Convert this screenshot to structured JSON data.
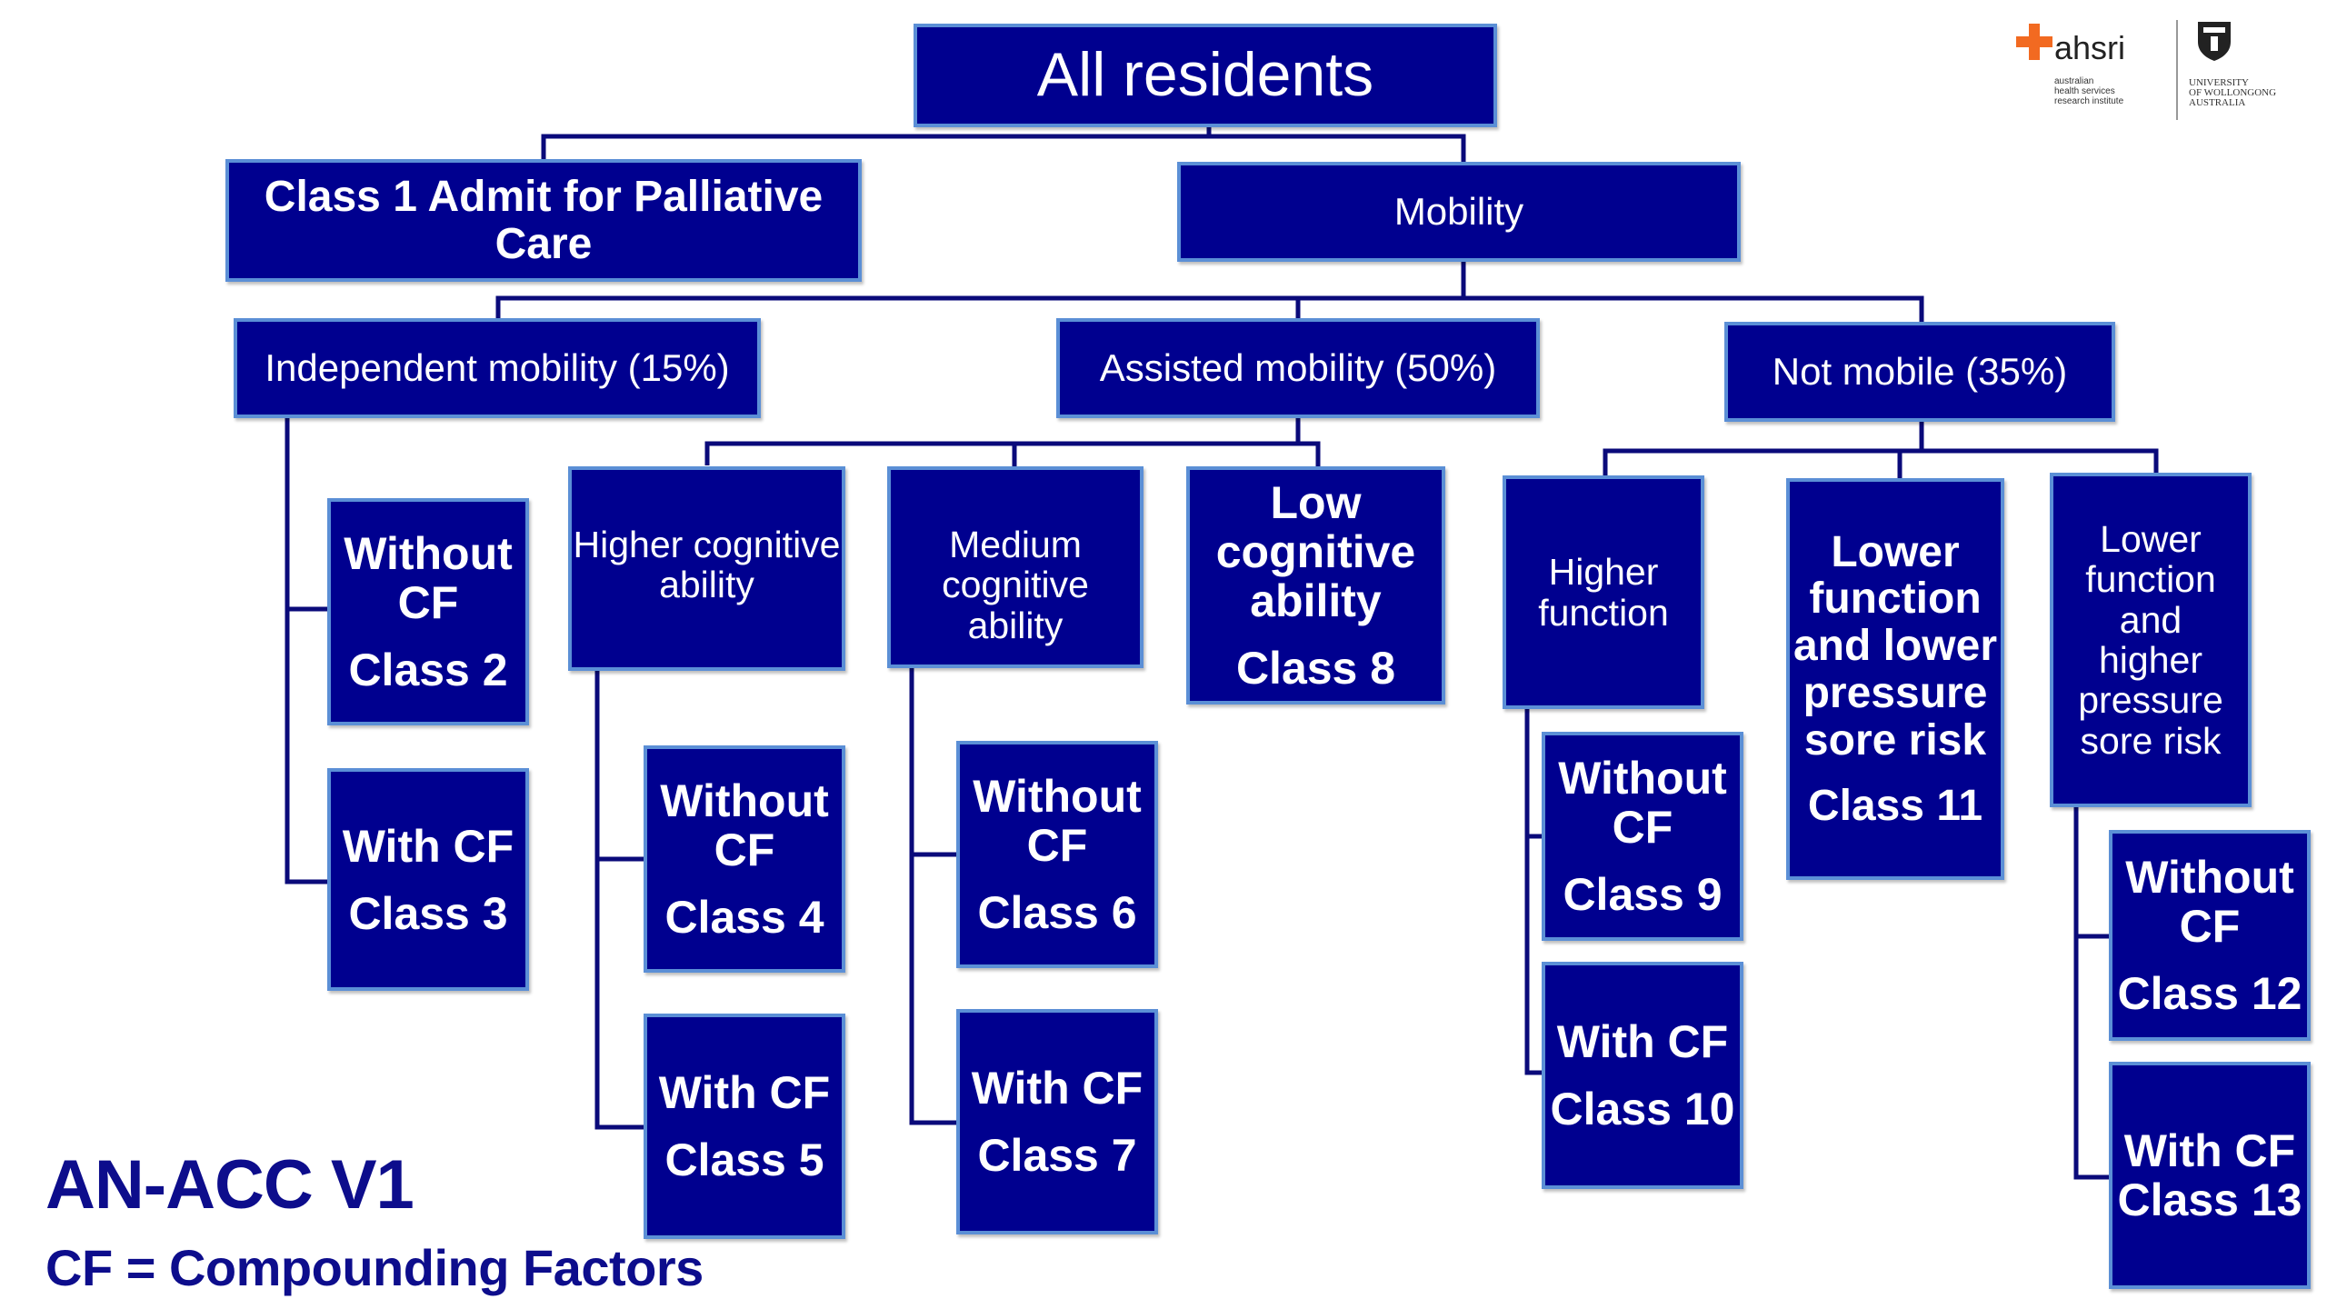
{
  "diagram": {
    "root": "All residents",
    "palliative": "Class 1 Admit for Palliative Care",
    "mobility": "Mobility",
    "independent": {
      "label": "Independent mobility (15%)",
      "without_cf": [
        "Without",
        "CF",
        "Class 2"
      ],
      "with_cf": [
        "With CF",
        "Class 3"
      ]
    },
    "assisted": {
      "label": "Assisted mobility (50%)",
      "higher_cog": {
        "label_lines": [
          "Higher cognitive",
          "ability"
        ],
        "without_cf": [
          "Without",
          "CF",
          "Class 4"
        ],
        "with_cf": [
          "With CF",
          "Class 5"
        ]
      },
      "medium_cog": {
        "label_lines": [
          "Medium",
          "cognitive ability"
        ],
        "without_cf": [
          "Without",
          "CF",
          "Class 6"
        ],
        "with_cf": [
          "With CF",
          "Class 7"
        ]
      },
      "low_cog": [
        "Low",
        "cognitive",
        "ability",
        "Class 8"
      ]
    },
    "not_mobile": {
      "label": "Not mobile (35%)",
      "higher_func": {
        "label_lines": [
          "Higher",
          "function"
        ],
        "without_cf": [
          "Without",
          "CF",
          "Class 9"
        ],
        "with_cf": [
          "With CF",
          "Class 10"
        ]
      },
      "lower_lower": [
        "Lower",
        "function",
        "and lower",
        "pressure",
        "sore risk",
        "Class 11"
      ],
      "lower_higher": {
        "label_lines": [
          "Lower",
          "function and",
          "higher",
          "pressure",
          "sore risk"
        ],
        "without_cf": [
          "Without",
          "CF",
          "Class 12"
        ],
        "with_cf": [
          "With CF",
          "Class 13"
        ]
      }
    }
  },
  "footer": {
    "title": "AN-ACC V1",
    "note": "CF = Compounding Factors"
  },
  "logo": {
    "name": "ahsri",
    "sub": [
      "australian",
      "health services",
      "research institute"
    ],
    "university": [
      "UNIVERSITY",
      "OF WOLLONGONG",
      "AUSTRALIA"
    ]
  },
  "colors": {
    "box_fill": "#00008f",
    "box_border": "#5b8fd6",
    "connector": "#0a0a7a",
    "footer_text": "#0d0d8c",
    "logo_accent": "#f26a21"
  }
}
